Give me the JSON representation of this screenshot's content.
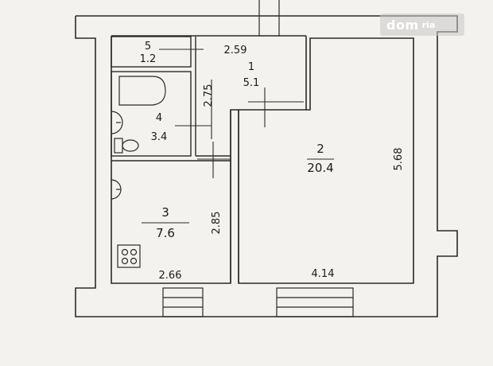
{
  "watermark": {
    "brand": "dom",
    "suffix": "ria"
  },
  "rooms": [
    {
      "id": "1",
      "area": "5.1"
    },
    {
      "id": "2",
      "area": "20.4"
    },
    {
      "id": "3",
      "area": "7.6"
    },
    {
      "id": "4",
      "area": "3.4"
    },
    {
      "id": "5",
      "area": "1.2"
    }
  ],
  "dimensions": {
    "corridor_width": "2.59",
    "corridor_height": "2.75",
    "room2_height": "5.68",
    "room2_width": "4.14",
    "kitchen_height": "2.85",
    "kitchen_width": "2.66"
  },
  "colors": {
    "line": "#2a2a2a",
    "paper": "#f3f2ee"
  }
}
